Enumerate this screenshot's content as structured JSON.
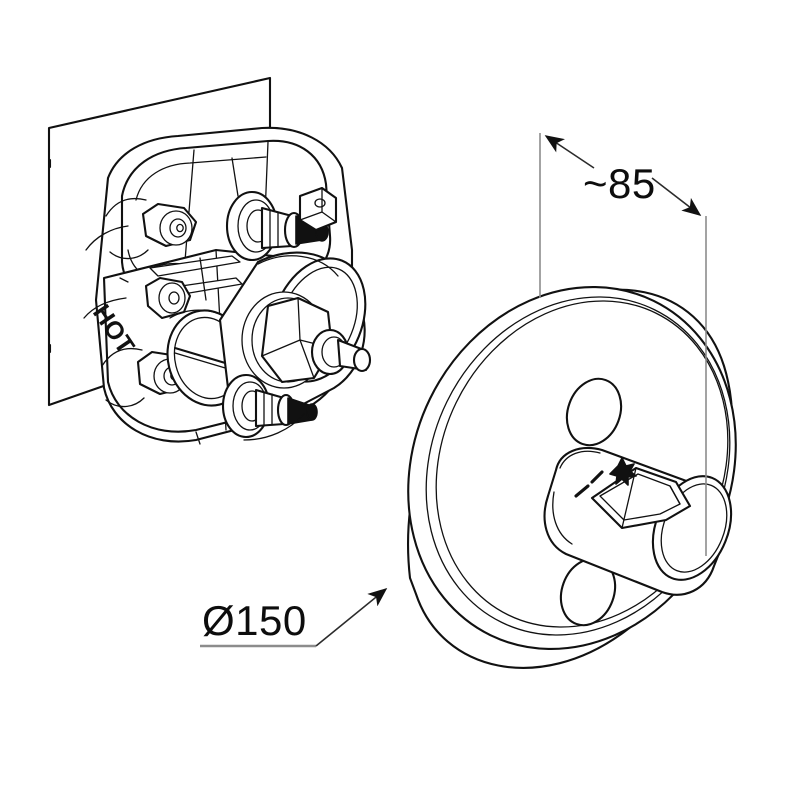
{
  "drawing": {
    "title": "Concealed thermostatic shower valve - installation dimensions",
    "type": "technical-line-drawing",
    "background_color": "#ffffff",
    "line_color": "#111111",
    "dimension_line_color": "#8c8c8c",
    "text_color": "#0d0d0d"
  },
  "annotations": {
    "diameter": {
      "label": "Ø150",
      "description": "escutcheon plate diameter callout with leader line and arrowhead",
      "value": "150",
      "symbol": "Ø",
      "units_implied": "mm"
    },
    "depth": {
      "label": "~85",
      "description": "approximate projection depth dimension between two extension lines",
      "value": "85",
      "symbol": "~",
      "units_implied": "mm"
    }
  },
  "parts": {
    "rough_in": {
      "name": "rough-in valve body",
      "marking": "HOT",
      "marking_description": "cast HOT label on valve body face",
      "features": [
        "mounting plate",
        "hex nut boss upper-left",
        "hex nut boss lower-left",
        "upper outlet stub",
        "lower outlet stub",
        "central hex spindle fitting",
        "round blanking cap with slot",
        "top cylindrical cartridge housing"
      ]
    },
    "trim": {
      "name": "round escutcheon trim plate",
      "features": [
        "circular escutcheon disc",
        "cylindrical control handle",
        "handle lever pointer",
        "temperature scale tick marks",
        "upper oval recess",
        "lower oval recess"
      ]
    }
  }
}
